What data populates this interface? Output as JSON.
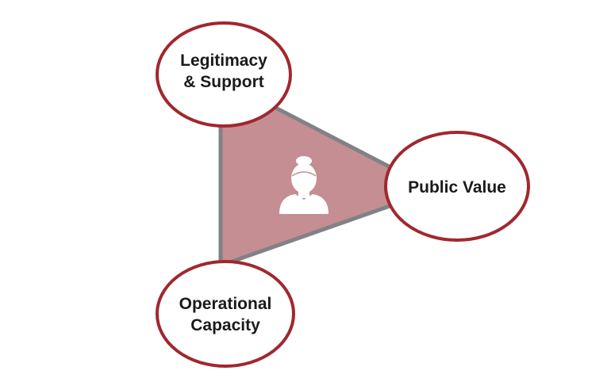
{
  "diagram": {
    "nodes": {
      "legitimacy": {
        "line1": "Legitimacy",
        "line2": "& Support"
      },
      "public_value": {
        "label": "Public Value"
      },
      "operational": {
        "line1": "Operational",
        "line2": "Capacity"
      }
    },
    "center_icon": "person-icon",
    "colors": {
      "triangle_fill": "#c48e93",
      "triangle_stroke": "#808285",
      "circle_stroke": "#a1272f",
      "circle_fill": "#ffffff",
      "label_text": "#1a1a1a",
      "icon_fill": "#ffffff"
    }
  }
}
